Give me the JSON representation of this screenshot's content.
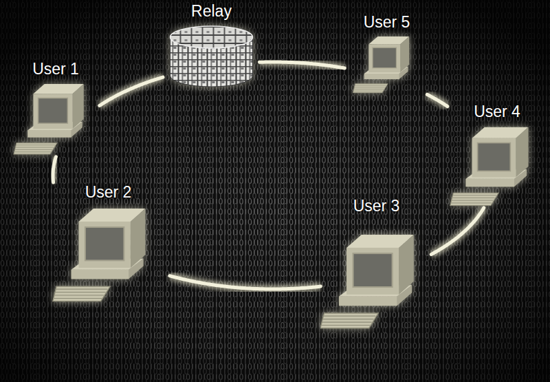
{
  "diagram": {
    "nodes": [
      {
        "text": [
          "Relay"
        ]
      },
      {
        "text": [
          "User 5"
        ]
      },
      {
        "text": [
          "User 1"
        ]
      },
      {
        "text": [
          "User 4"
        ]
      },
      {
        "text": [
          "User 2"
        ]
      },
      {
        "text": [
          "User 3"
        ]
      }
    ],
    "edges": [
      {
        "from": 0,
        "to": 1,
        "arrow": "none"
      },
      {
        "from": 1,
        "to": 3,
        "arrow": "none"
      },
      {
        "from": 3,
        "to": 5,
        "arrow": "none"
      },
      {
        "from": 5,
        "to": 4,
        "arrow": "none"
      },
      {
        "from": 4,
        "to": 2,
        "arrow": "none"
      },
      {
        "from": 2,
        "to": 0,
        "arrow": "none"
      }
    ]
  }
}
